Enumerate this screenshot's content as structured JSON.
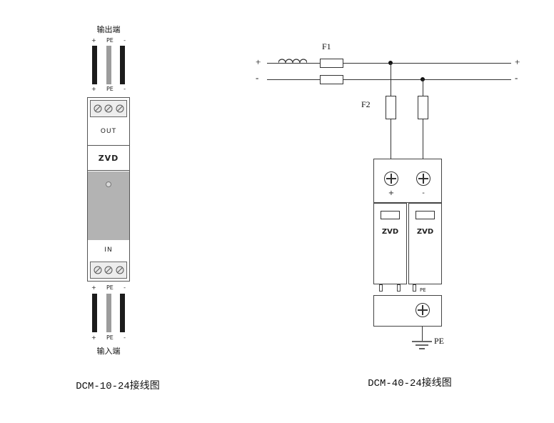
{
  "left_diagram": {
    "output_terminal": "输出端",
    "input_terminal": "输入端",
    "wire_labels": {
      "plus": "+",
      "pe": "PE",
      "minus": "-"
    },
    "module": {
      "out": "OUT",
      "zvd": "ZVD",
      "in": "IN"
    },
    "caption": "DCM-10-24接线图"
  },
  "right_diagram": {
    "line_plus_left": "+",
    "line_plus_right": "+",
    "line_minus_left": "-",
    "line_minus_right": "-",
    "fuse_f1": "F1",
    "fuse_f2": "F2",
    "terminal_plus": "+",
    "terminal_minus": "-",
    "module_left_zvd": "ZVD",
    "module_right_zvd": "ZVD",
    "pe_terminal": "PE",
    "pe_ground": "PE",
    "caption": "DCM-40-24接线图"
  },
  "colors": {
    "line": "#333333",
    "wire_black": "#1c1c1c",
    "wire_gray": "#9c9c9c",
    "module_body_gray": "#b3b3b3"
  }
}
